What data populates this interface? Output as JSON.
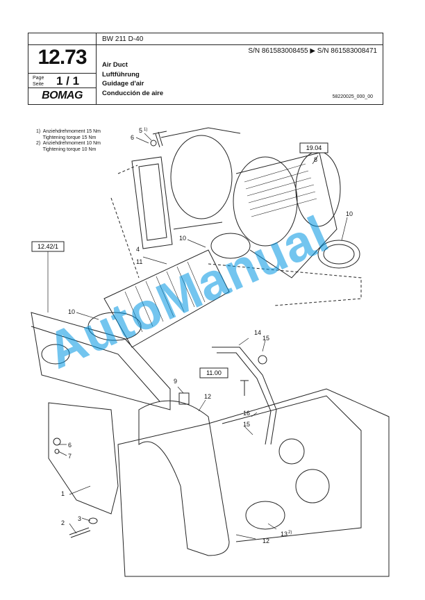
{
  "header": {
    "model": "BW 211 D-40",
    "serial_range": "S/N 861583008455  ▶  S/N 861583008471",
    "page_number": "12.73",
    "page_label": "Page\nSeite",
    "page_count": "1 / 1",
    "logo": "BOMAG",
    "titles": [
      "Air Duct",
      "Luftführung",
      "Guidage d'air",
      "Conducción de aire"
    ],
    "doc_number": "58220025_000_00"
  },
  "notes": [
    "1)  Anziehdrehmoment 15 Nm",
    "     Tightening torque 15 Nm",
    "2)  Anziehdrehmoment 10 Nm",
    "     Tightening torque 10 Nm"
  ],
  "diagram": {
    "ref_boxes": [
      "19.04",
      "12.42/1",
      "11.00"
    ],
    "callouts": [
      "5",
      "1)",
      "6",
      "8",
      "10",
      "4",
      "10",
      "11",
      "10",
      "14",
      "15",
      "9",
      "12",
      "16",
      "15",
      "6",
      "7",
      "1",
      "2",
      "3",
      "13",
      "2)",
      "12"
    ]
  },
  "watermark": "AutoManual"
}
